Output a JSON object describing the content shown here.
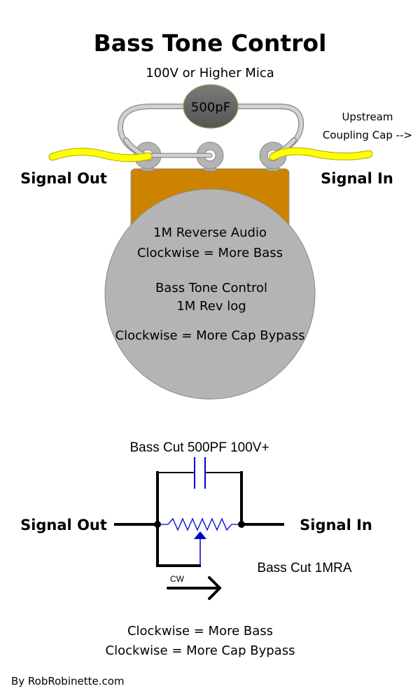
{
  "title": "Bass Tone Control",
  "capacitor": {
    "rating_label": "100V or Higher Mica",
    "value_label": "500pF",
    "body_color": "#666666"
  },
  "wiring": {
    "signal_out_label": "Signal Out",
    "signal_in_label": "Signal In",
    "upstream_line1": "Upstream",
    "upstream_line2": "Coupling Cap -->",
    "wire_color": "#ffff00",
    "lead_color": "#cccccc"
  },
  "pot": {
    "body_color": "#b4b4b4",
    "case_color": "#cc8400",
    "lines": [
      "1M Reverse Audio",
      "Clockwise = More Bass",
      "Bass Tone Control",
      "1M Rev log",
      "Clockwise = More Cap Bypass"
    ]
  },
  "schematic": {
    "cap_label": "Bass Cut 500PF 100V+",
    "signal_out_label": "Signal Out",
    "signal_in_label": "Signal In",
    "pot_label": "Bass Cut 1MRA",
    "cw_label": "CW",
    "component_color": "#0000cc",
    "notes": [
      "Clockwise = More Bass",
      "Clockwise = More Cap Bypass"
    ]
  },
  "credit": "By RobRobinette.com"
}
